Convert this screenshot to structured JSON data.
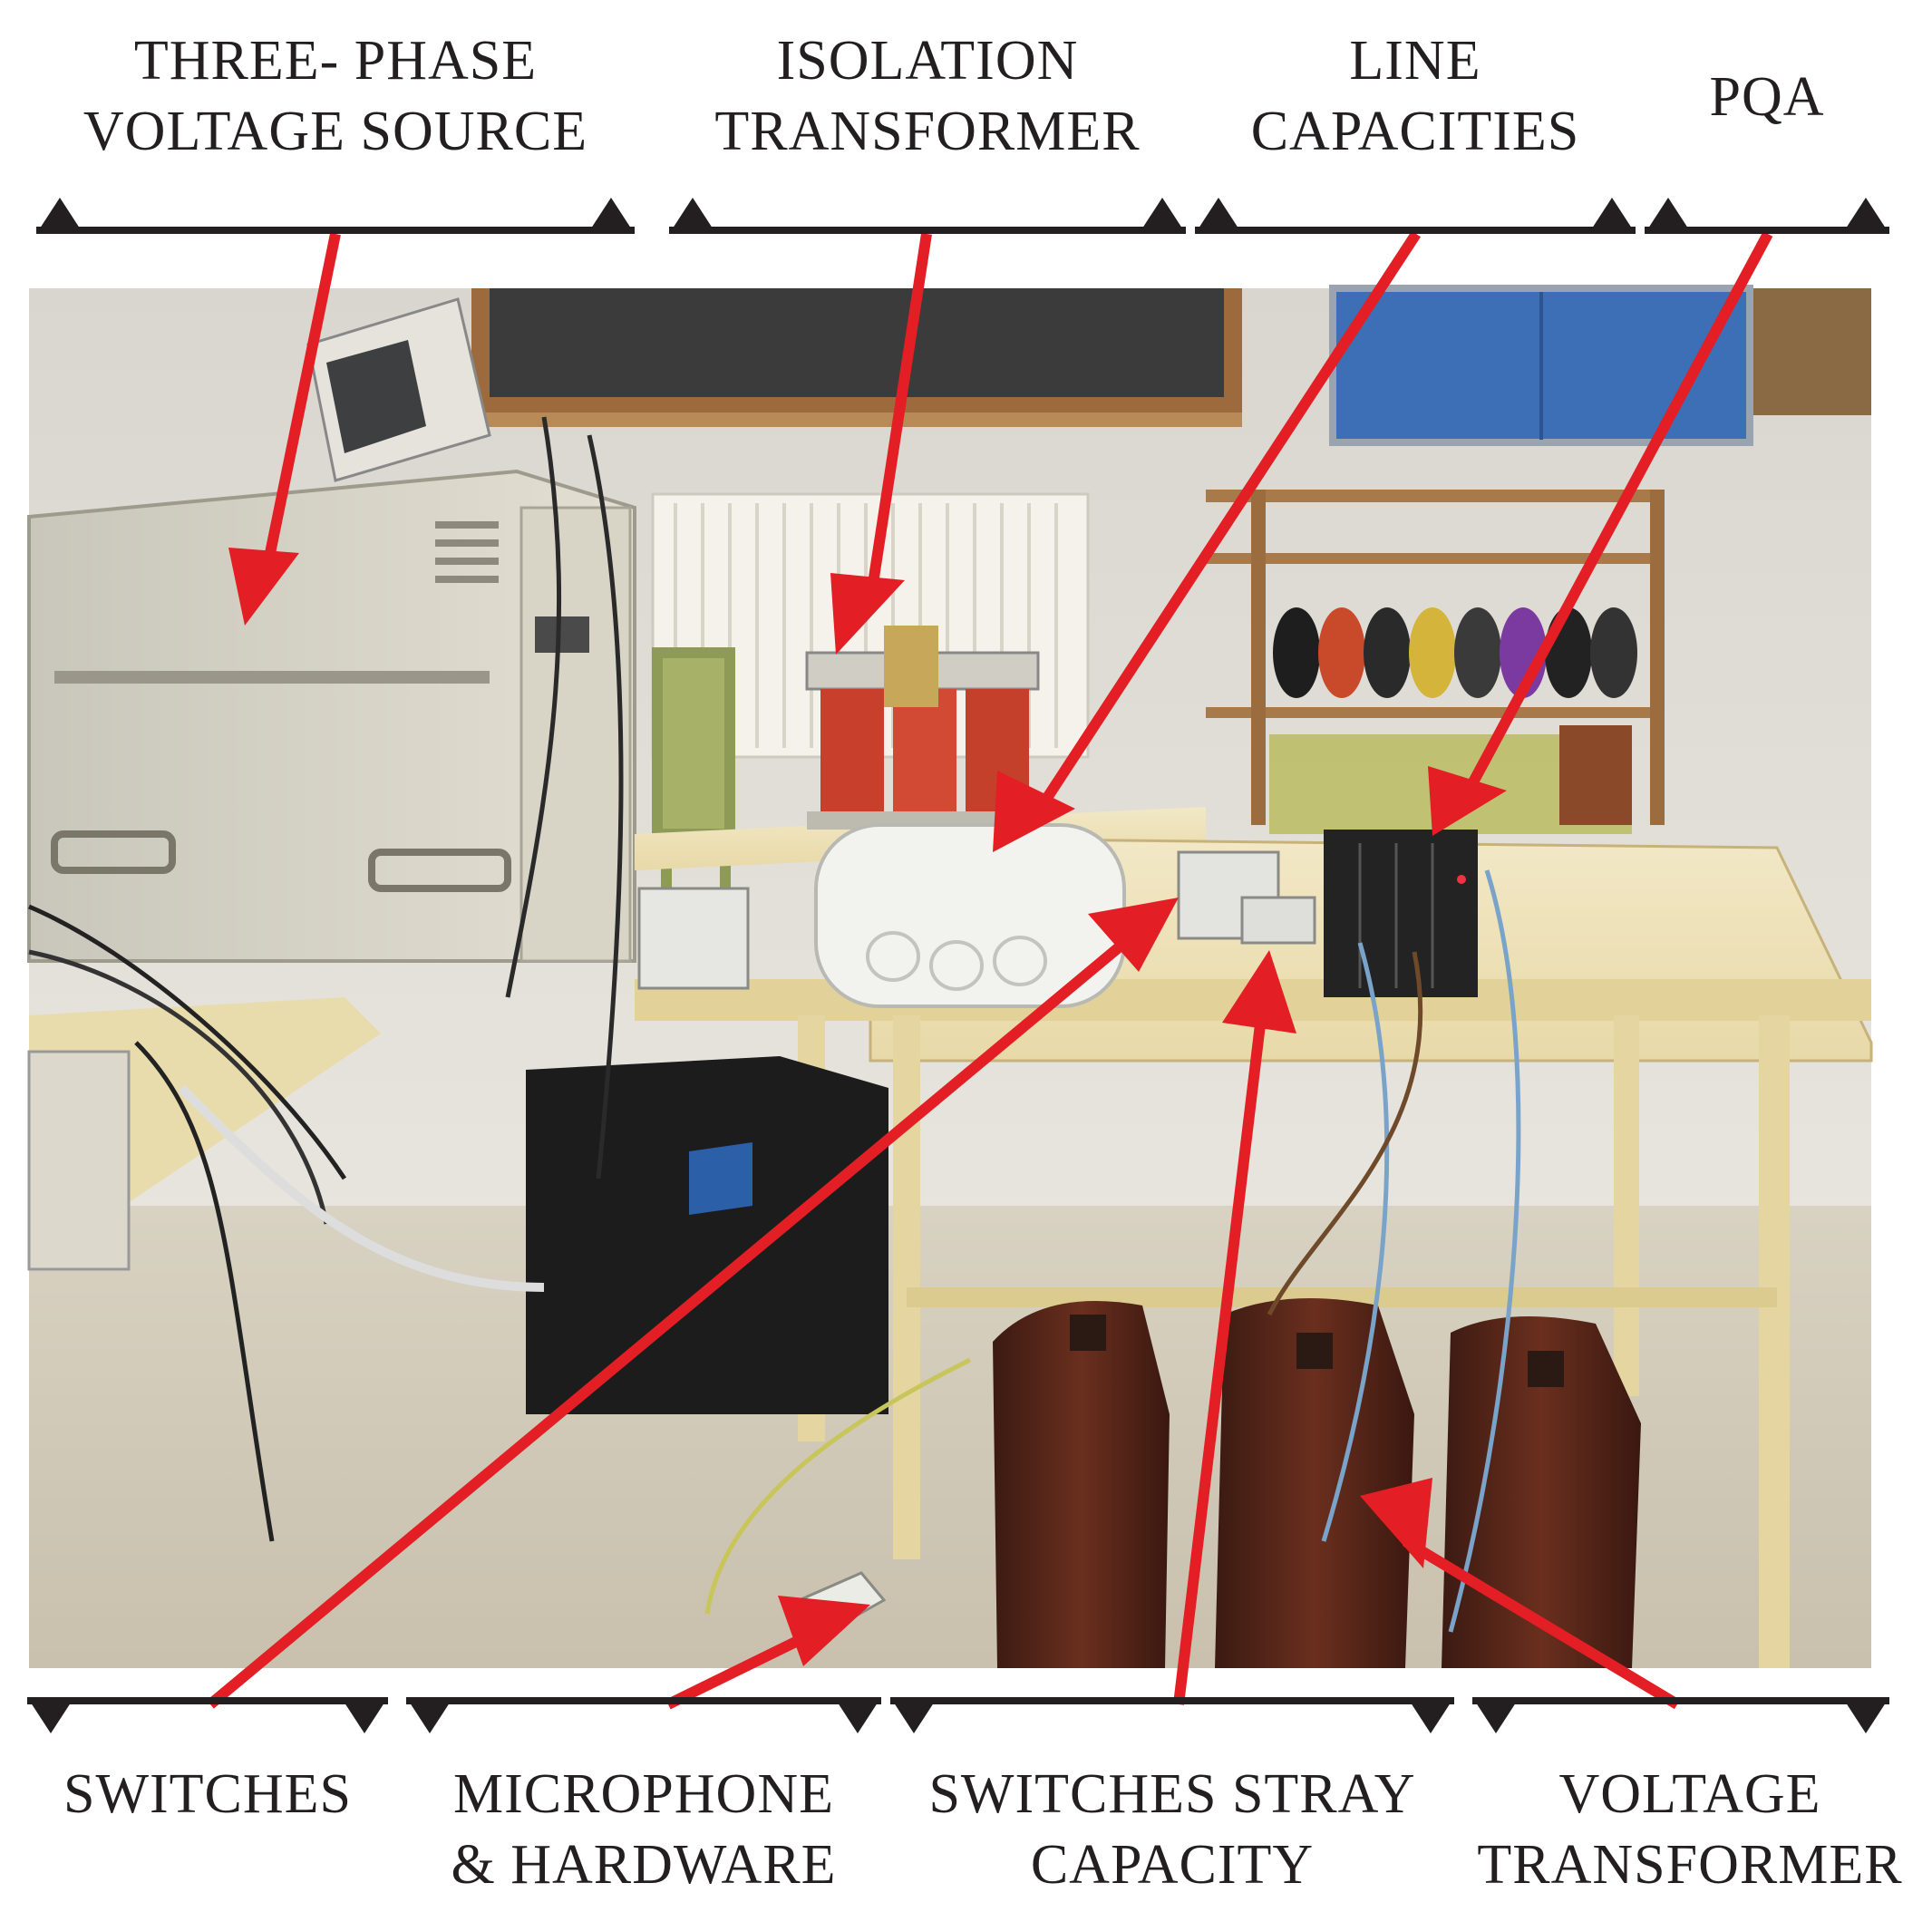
{
  "colors": {
    "arrow": "#e31e24",
    "bracket": "#231f20",
    "text": "#231f20"
  },
  "top_labels": [
    {
      "line1": "THREE- PHASE",
      "line2": "VOLTAGE SOURCE"
    },
    {
      "line1": "ISOLATION",
      "line2": "TRANSFORMER"
    },
    {
      "line1": "LINE",
      "line2": "CAPACITIES"
    },
    {
      "line1": "PQA",
      "line2": ""
    }
  ],
  "bottom_labels": [
    {
      "line1": "SWITCHES",
      "line2": ""
    },
    {
      "line1": "MICROPHONE",
      "line2": "& HARDWARE"
    },
    {
      "line1": "SWITCHES STRAY",
      "line2": "CAPACITY"
    },
    {
      "line1": "VOLTAGE",
      "line2": "TRANSFORMER"
    }
  ]
}
